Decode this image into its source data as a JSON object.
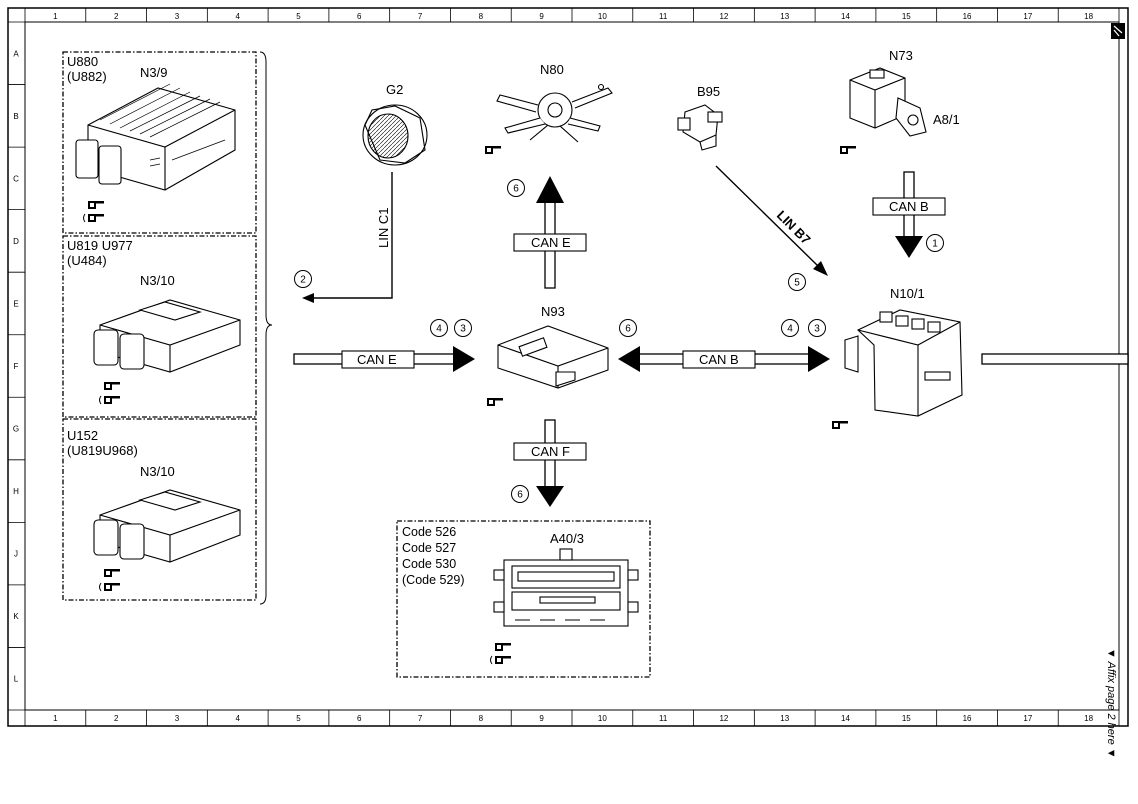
{
  "columns": [
    "1",
    "2",
    "3",
    "4",
    "5",
    "6",
    "7",
    "8",
    "9",
    "10",
    "11",
    "12",
    "13",
    "14",
    "15",
    "16",
    "17",
    "18"
  ],
  "rows": [
    "A",
    "B",
    "C",
    "D",
    "E",
    "F",
    "G",
    "H",
    "J",
    "K",
    "L"
  ],
  "ecu_group": [
    {
      "lines": [
        "U880",
        "(U882)"
      ],
      "label": "N3/9"
    },
    {
      "lines": [
        "U819 U977",
        "(U484)"
      ],
      "label": "N3/10"
    },
    {
      "lines": [
        "U152",
        "(U819U968)"
      ],
      "label": "N3/10"
    }
  ],
  "components": {
    "g2": "G2",
    "n80": "N80",
    "b95": "B95",
    "n73": "N73",
    "a8_1": "A8/1",
    "n93": "N93",
    "n10_1": "N10/1",
    "a40_3": "A40/3"
  },
  "buses": {
    "lin_c1": "LIN C1",
    "lin_b7": "LIN B7",
    "can_e_up": "CAN E",
    "can_e_in": "CAN E",
    "can_b_mid": "CAN B",
    "can_b_top": "CAN B",
    "can_f": "CAN F"
  },
  "markers": {
    "m6_top": "6",
    "m1": "1",
    "m2": "2",
    "m5": "5",
    "m4_left": "4",
    "m3_left": "3",
    "m6_mid": "6",
    "m4_right": "4",
    "m3_right": "3",
    "m6_bottom": "6"
  },
  "codes": [
    "Code 526",
    "Code 527",
    "Code 530",
    "(Code 529)"
  ],
  "side_note": "▼ Affix page 2 here ▼"
}
